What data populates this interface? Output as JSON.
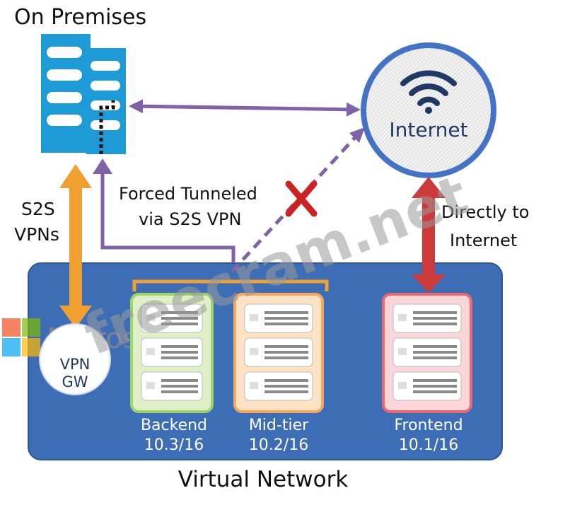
{
  "title": "On Premises",
  "internet_label": "Internet",
  "s2s": {
    "line1": "S2S",
    "line2": "VPNs"
  },
  "forced": {
    "line1": "Forced Tunneled",
    "line2": "via S2S VPN"
  },
  "direct": {
    "line1": "Directly to",
    "line2": "Internet"
  },
  "vpngw": {
    "line1": "VPN",
    "line2": "GW"
  },
  "tiers": [
    {
      "name": "Backend",
      "range": "10.3/16"
    },
    {
      "name": "Mid-tier",
      "range": "10.2/16"
    },
    {
      "name": "Frontend",
      "range": "10.1/16"
    }
  ],
  "vnet_label": "Virtual Network",
  "watermark": "freecram.net",
  "ms_logo_text": "Microsoft",
  "colors": {
    "vnet_fill": "#3d6eb5",
    "server_blue": "#1e9ad6",
    "purple": "#8062a8",
    "orange": "#f0a030",
    "red": "#cc3a3a",
    "backend": "#9cd36a",
    "midtier": "#f6a85e",
    "frontend": "#e86a70",
    "internet_ring": "#4472c4"
  }
}
